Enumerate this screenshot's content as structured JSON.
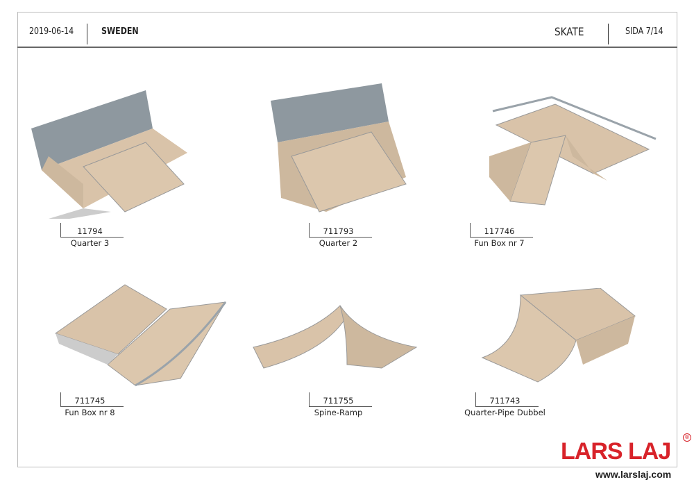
{
  "header": {
    "date": "2019-06-14",
    "country": "SWEDEN",
    "category": "SKATE",
    "page": "SIDA 7/14"
  },
  "products": [
    {
      "number": "11794",
      "name": "Quarter 3"
    },
    {
      "number": "711793",
      "name": "Quarter 2"
    },
    {
      "number": "117746",
      "name": "Fun Box nr 7"
    },
    {
      "number": "711745",
      "name": "Fun Box nr 8"
    },
    {
      "number": "711755",
      "name": "Spine-Ramp"
    },
    {
      "number": "711743",
      "name": "Quarter-Pipe Dubbel"
    }
  ],
  "footer": {
    "logo": "LARS LAJ",
    "url": "www.larslaj.com"
  },
  "colors": {
    "ramp_surface": "#d9c3a9",
    "ramp_side": "#cdb89e",
    "metal": "#9aa3aa",
    "logo_red": "#d8232a"
  }
}
